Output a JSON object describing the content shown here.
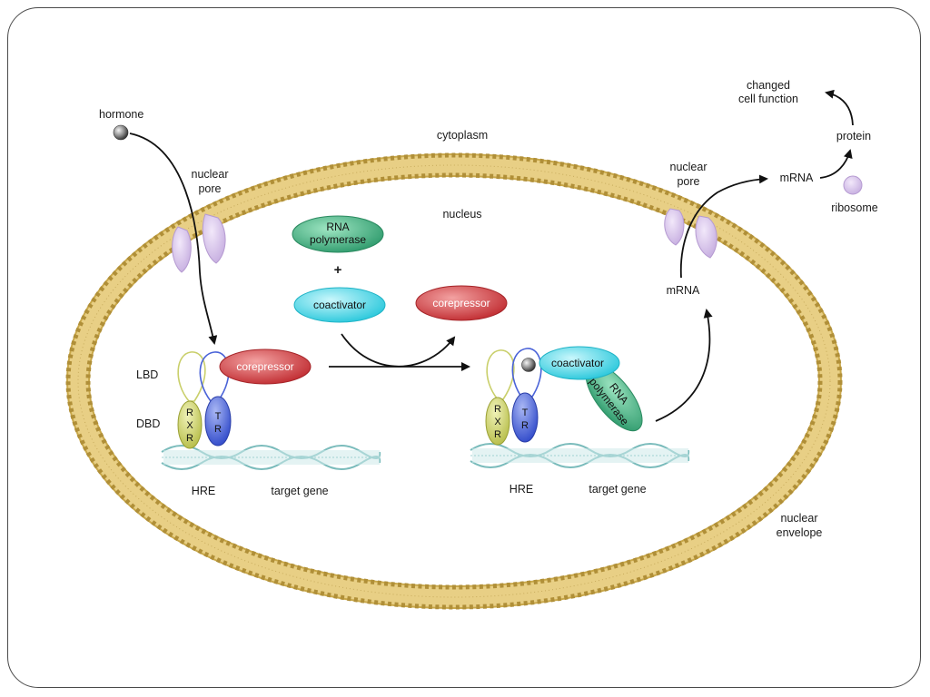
{
  "labels": {
    "hormone": "hormone",
    "cytoplasm": "cytoplasm",
    "nucleus": "nucleus",
    "nuclear_pore_left_1": "nuclear",
    "nuclear_pore_left_2": "pore",
    "nuclear_pore_right_1": "nuclear",
    "nuclear_pore_right_2": "pore",
    "changed_1": "changed",
    "changed_2": "cell function",
    "protein": "protein",
    "mrna_out": "mRNA",
    "ribosome": "ribosome",
    "mrna_in": "mRNA",
    "lbd": "LBD",
    "dbd": "DBD",
    "hre_left": "HRE",
    "target_gene_left": "target gene",
    "hre_right": "HRE",
    "target_gene_right": "target gene",
    "nuclear_envelope_1": "nuclear",
    "nuclear_envelope_2": "envelope",
    "plus": "+"
  },
  "pills": {
    "rna_polymerase_1": "RNA",
    "rna_polymerase_2": "polymerase",
    "coactivator": "coactivator",
    "corepressor_free": "corepressor",
    "corepressor_bound": "corepressor",
    "coactivator_bound": "coactivator",
    "rna_pol_bound_1": "RNA",
    "rna_pol_bound_2": "polymerase"
  },
  "receptor_letters": {
    "rxr_left": [
      "R",
      "X",
      "R"
    ],
    "tr_left": [
      "T",
      "R"
    ],
    "rxr_right": [
      "R",
      "X",
      "R"
    ],
    "tr_right": [
      "T",
      "R"
    ]
  },
  "colors": {
    "membrane": "#d9b85c",
    "membrane_dark": "#a98a3a",
    "pore": "#d7c3ea",
    "rna_pol": "#3aa57a",
    "coactivator": "#3fd6e8",
    "corepressor": "#c8383c",
    "rxr": "#c9cf6a",
    "tr": "#4a63d8",
    "dna": "#8fc9c9"
  }
}
